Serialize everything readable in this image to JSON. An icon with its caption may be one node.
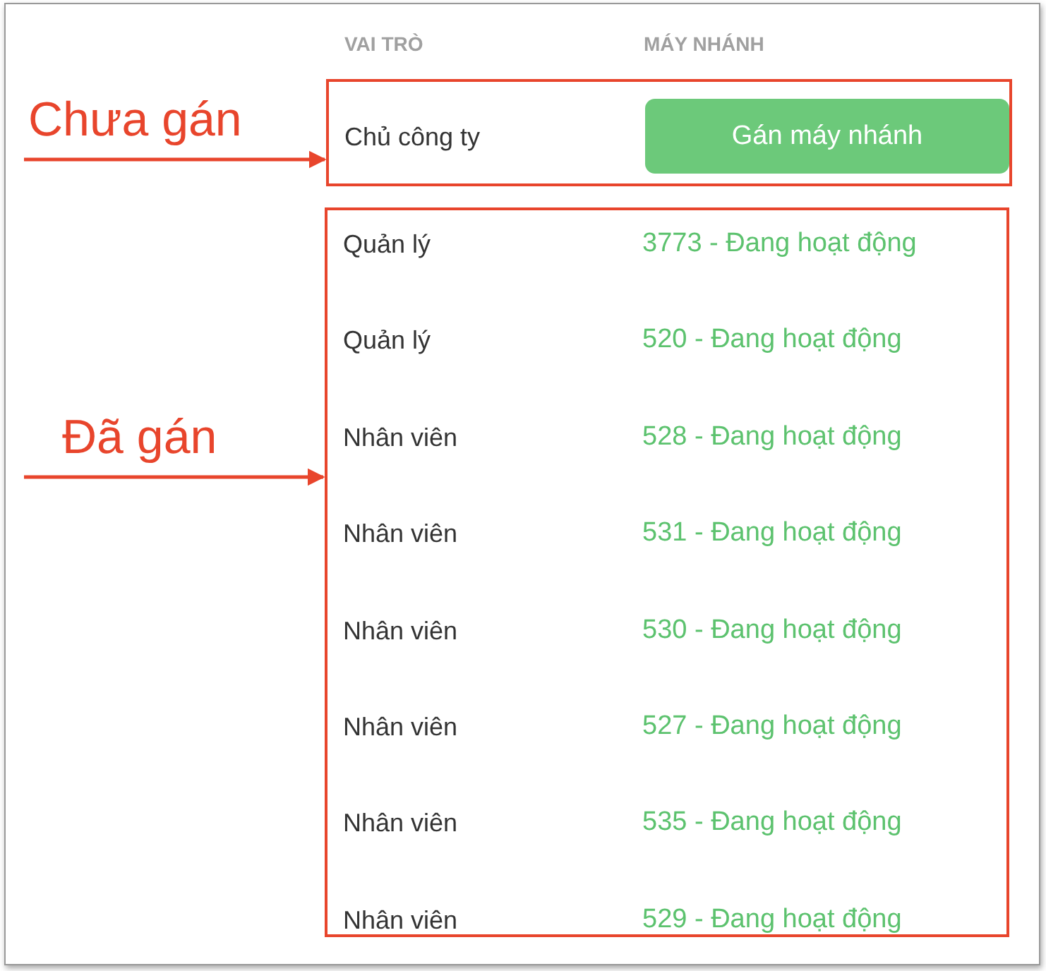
{
  "diagram": {
    "nodes": [
      {
        "text": [
          "Chưa gán"
        ]
      },
      {
        "text": [],
        "shape": "box"
      },
      {
        "text": [
          "Gán máy nhánh"
        ],
        "in": 1
      },
      {
        "text": [
          "Đã gán"
        ]
      },
      {
        "text": [],
        "shape": "box"
      }
    ],
    "edges": [
      {
        "from": 0,
        "to": 1,
        "arrow": "to"
      },
      {
        "from": 3,
        "to": 4,
        "arrow": "to"
      }
    ],
    "labels": [
      "VAI TRÒ",
      "MÁY NHÁNH",
      "Chủ công ty",
      "Quản lý",
      "3773 - Đang hoạt động",
      "Quản lý",
      "520 - Đang hoạt động",
      "Nhân viên",
      "528 - Đang hoạt động",
      "Nhân viên",
      "531 - Đang hoạt động",
      "Nhân viên",
      "530 - Đang hoạt động",
      "Nhân viên",
      "527 - Đang hoạt động",
      "Nhân viên",
      "535 - Đang hoạt động",
      "Nhân viên",
      "529 - Đang hoạt động"
    ]
  }
}
